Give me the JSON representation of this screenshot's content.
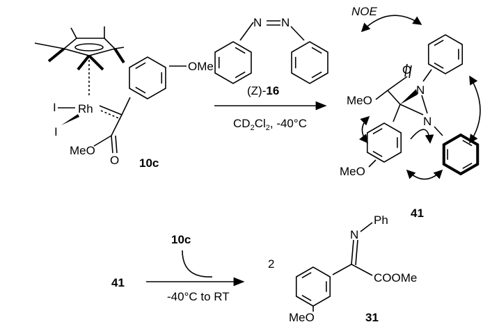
{
  "reagent": {
    "label_prefix": "(Z)-",
    "label_number": "16",
    "atoms": [
      "N",
      "N"
    ]
  },
  "conditions_top": {
    "text": "CD",
    "sub1": "2",
    "text2": "Cl",
    "sub2": "2",
    "text3": ", -40°C"
  },
  "compound_10c": {
    "metal": "Rh",
    "ligands": [
      "I",
      "I"
    ],
    "ester": "MeO",
    "carbonyl": "O",
    "substituent": "OMe",
    "label": "10c"
  },
  "compound_41": {
    "annotation": "NOE",
    "ester": "MeO",
    "carbonyl": "O",
    "atoms": [
      "N",
      "N"
    ],
    "substituent": "MeO",
    "label": "41"
  },
  "bottom_reaction": {
    "reactant": "41",
    "reagent": "10c",
    "conditions": "-40°C to RT",
    "coefficient": "2",
    "product": {
      "imine_n": "N",
      "phenyl": "Ph",
      "ester": "COOMe",
      "substituent": "MeO",
      "label": "31"
    }
  },
  "colors": {
    "ink": "#000000",
    "background": "#ffffff"
  }
}
